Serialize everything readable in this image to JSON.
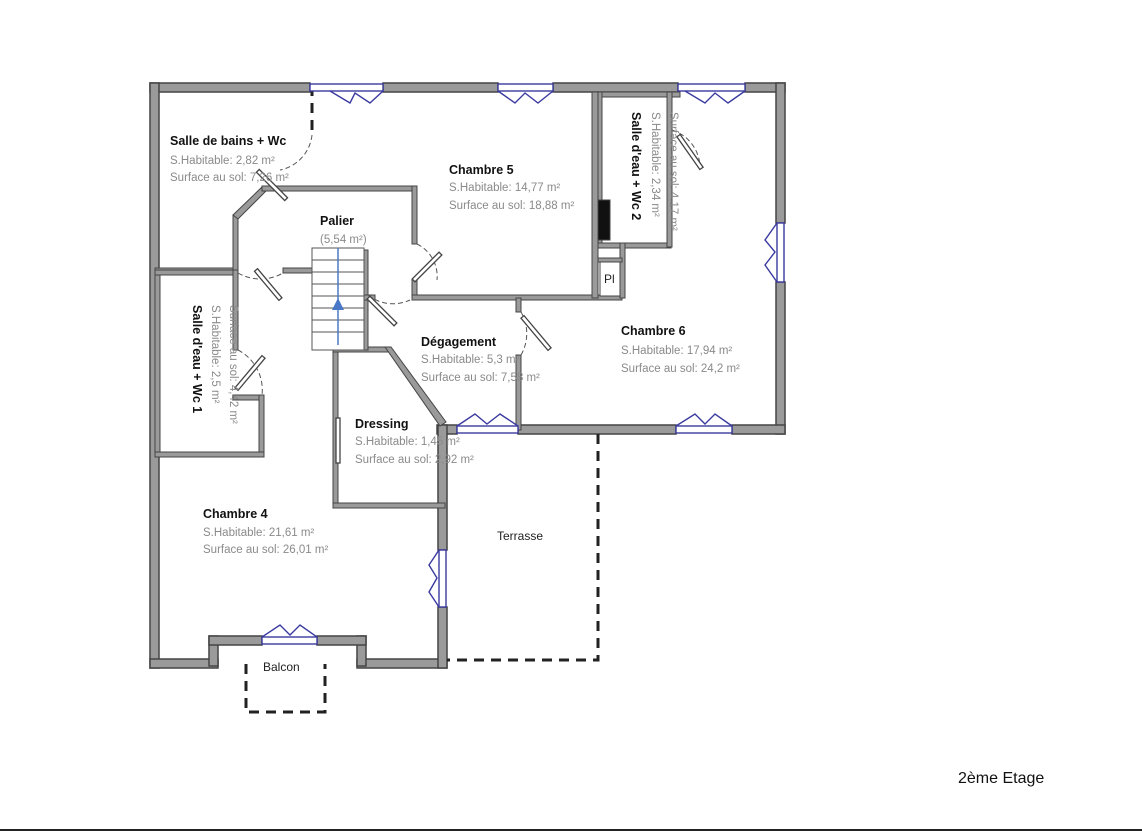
{
  "floor": {
    "label": "2ème Etage"
  },
  "rooms": {
    "sdb_wc": {
      "name": "Salle de bains + Wc",
      "hab": "S.Habitable: 2,82 m²",
      "sol": "Surface au sol: 7,26 m²"
    },
    "chambre5": {
      "name": "Chambre 5",
      "hab": "S.Habitable: 14,77 m²",
      "sol": "Surface au sol: 18,88 m²"
    },
    "sde_wc2": {
      "name": "Salle d'eau + Wc 2",
      "hab": "S.Habitable: 2,34 m²",
      "sol": "Surface au sol: 4,17 m²"
    },
    "palier": {
      "name": "Palier",
      "area": "(5,54 m²)"
    },
    "sde_wc1": {
      "name": "Salle d'eau + Wc 1",
      "hab": "S.Habitable: 2,5 m²",
      "sol": "Surface au sol: 4,42 m²"
    },
    "degagement": {
      "name": "Dégagement",
      "hab": "S.Habitable: 5,3 m²",
      "sol": "Surface au sol: 7,58 m²"
    },
    "chambre6": {
      "name": "Chambre 6",
      "hab": "S.Habitable: 17,94 m²",
      "sol": "Surface au sol: 24,2 m²"
    },
    "dressing": {
      "name": "Dressing",
      "hab": "S.Habitable: 1,45 m²",
      "sol": "Surface au sol: 2,92 m²"
    },
    "chambre4": {
      "name": "Chambre 4",
      "hab": "S.Habitable: 21,61 m²",
      "sol": "Surface au sol: 26,01 m²"
    },
    "terrasse": {
      "name": "Terrasse"
    },
    "balcon": {
      "name": "Balcon"
    },
    "placard": {
      "name": "Pl"
    }
  }
}
